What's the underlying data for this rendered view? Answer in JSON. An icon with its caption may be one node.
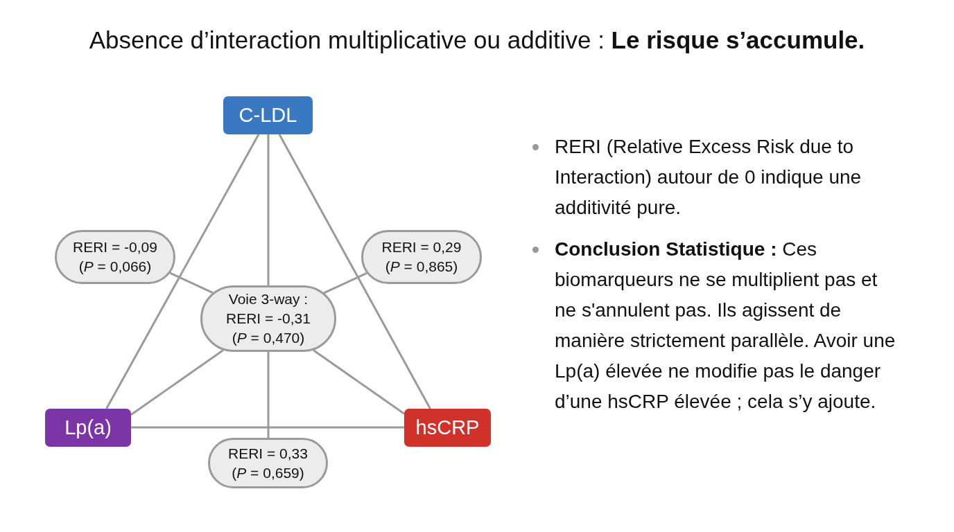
{
  "diagram": {
    "title": "Absence d’interaction multiplicative ou additive : **Le risque s’accumule.**",
    "nodes": [
      {
        "text": [
          "C-LDL"
        ]
      },
      {
        "text": [
          "RERI = -0,09 (*P* = 0,066)"
        ]
      },
      {
        "text": [
          "RERI = 0,29 (*P* = 0,865)"
        ]
      },
      {
        "text": [
          "Voie 3-way : RERI = -0,31 (*P* = 0,470)"
        ]
      },
      {
        "text": [
          "Lp(a)"
        ]
      },
      {
        "text": [
          "hsCRP"
        ]
      },
      {
        "text": [
          "RERI = 0,33 (*P* = 0,659)"
        ]
      }
    ],
    "edges": [
      {
        "from": 0,
        "to": 4,
        "arrow": "none"
      },
      {
        "from": 0,
        "to": 5,
        "arrow": "none"
      },
      {
        "from": 0,
        "to": 3,
        "arrow": "none"
      },
      {
        "from": 3,
        "to": 1,
        "arrow": "none"
      },
      {
        "from": 3,
        "to": 2,
        "arrow": "none"
      },
      {
        "from": 3,
        "to": 4,
        "arrow": "none"
      },
      {
        "from": 3,
        "to": 5,
        "arrow": "none"
      },
      {
        "from": 3,
        "to": 6,
        "arrow": "none"
      },
      {
        "from": 4,
        "to": 5,
        "arrow": "none"
      }
    ],
    "labels": [
      "RERI (Relative Excess Risk due to Interaction) autour de 0 indique une additivité pure.",
      "**Conclusion Statistique :** Ces biomarqueurs ne se multiplient pas et ne s'annulent pas. Ils agissent de manière strictement parallèle. Avoir une Lp(a) élevée ne modifie pas le danger d’une hsCRP élevée ; cela s’y ajoute."
    ]
  }
}
